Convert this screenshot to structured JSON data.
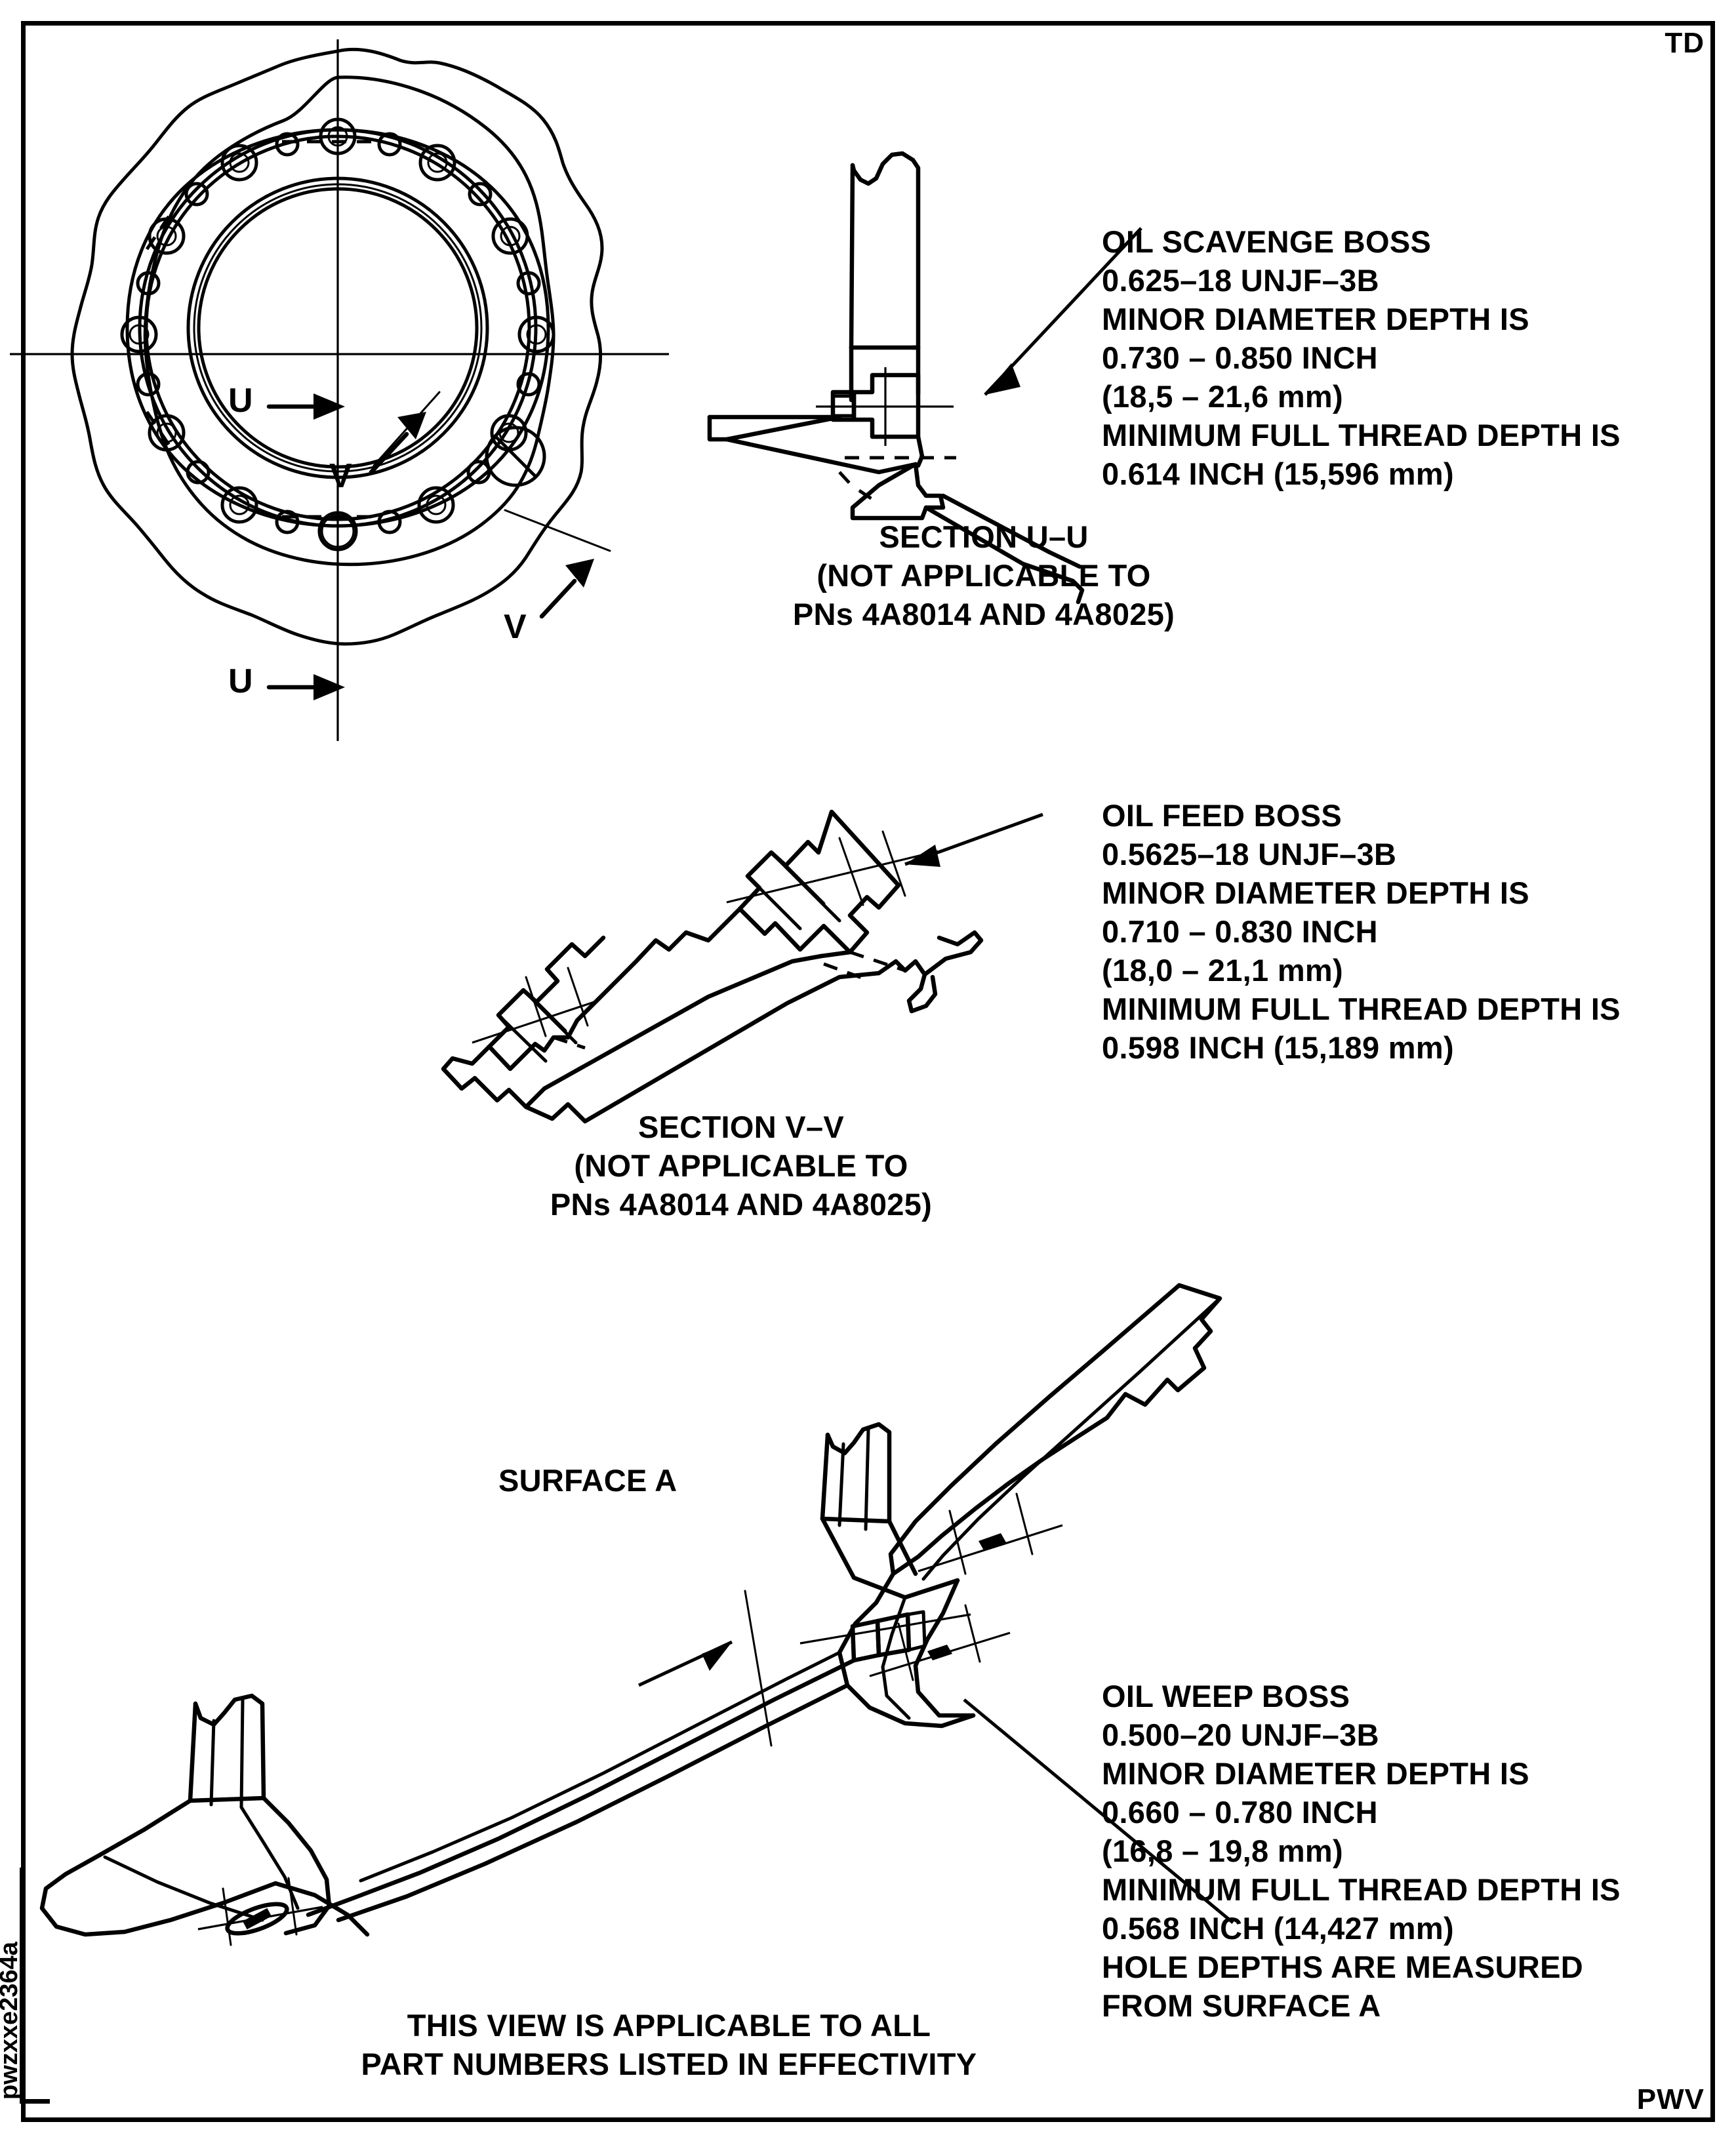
{
  "sheet": {
    "top_right_code": "TD",
    "bottom_right_code": "PWV",
    "sheet_id": "pwzxxe2364a"
  },
  "front_view": {
    "section_marks": [
      {
        "letter": "U",
        "position": "inner-left"
      },
      {
        "letter": "U",
        "position": "lower-left"
      },
      {
        "letter": "V",
        "position": "inner-center"
      },
      {
        "letter": "V",
        "position": "lower-right"
      }
    ]
  },
  "callouts": [
    {
      "id": "oil-scavenge-boss",
      "lines": [
        "OIL SCAVENGE BOSS",
        "0.625–18 UNJF–3B",
        "MINOR DIAMETER DEPTH IS",
        "0.730 – 0.850 INCH",
        "(18,5 – 21,6 mm)",
        "MINIMUM FULL THREAD DEPTH IS",
        "0.614 INCH (15,596 mm)"
      ]
    },
    {
      "id": "oil-feed-boss",
      "lines": [
        "OIL FEED BOSS",
        "0.5625–18 UNJF–3B",
        "MINOR DIAMETER DEPTH IS",
        "0.710 – 0.830 INCH",
        "(18,0 – 21,1 mm)",
        "MINIMUM FULL THREAD DEPTH IS",
        "0.598 INCH (15,189 mm)"
      ]
    },
    {
      "id": "oil-weep-boss",
      "lines": [
        "OIL WEEP BOSS",
        "0.500–20 UNJF–3B",
        "MINOR DIAMETER DEPTH IS",
        "0.660 – 0.780 INCH",
        "(16,8 – 19,8 mm)",
        "MINIMUM FULL THREAD DEPTH IS",
        "0.568 INCH (14,427 mm)",
        "HOLE DEPTHS ARE MEASURED",
        "FROM SURFACE A"
      ]
    }
  ],
  "section_uu": {
    "lines": [
      "SECTION U–U",
      "(NOT APPLICABLE TO",
      "PNs 4A8014 AND 4A8025)"
    ]
  },
  "section_vv": {
    "lines": [
      "SECTION V–V",
      "(NOT APPLICABLE TO",
      "PNs 4A8014 AND 4A8025)"
    ]
  },
  "surface_a_label": "SURFACE A",
  "bottom_note": {
    "lines": [
      "THIS VIEW IS APPLICABLE TO ALL",
      "PART NUMBERS LISTED IN EFFECTIVITY"
    ]
  },
  "colors": {
    "ink": "#000000",
    "paper": "#ffffff"
  }
}
